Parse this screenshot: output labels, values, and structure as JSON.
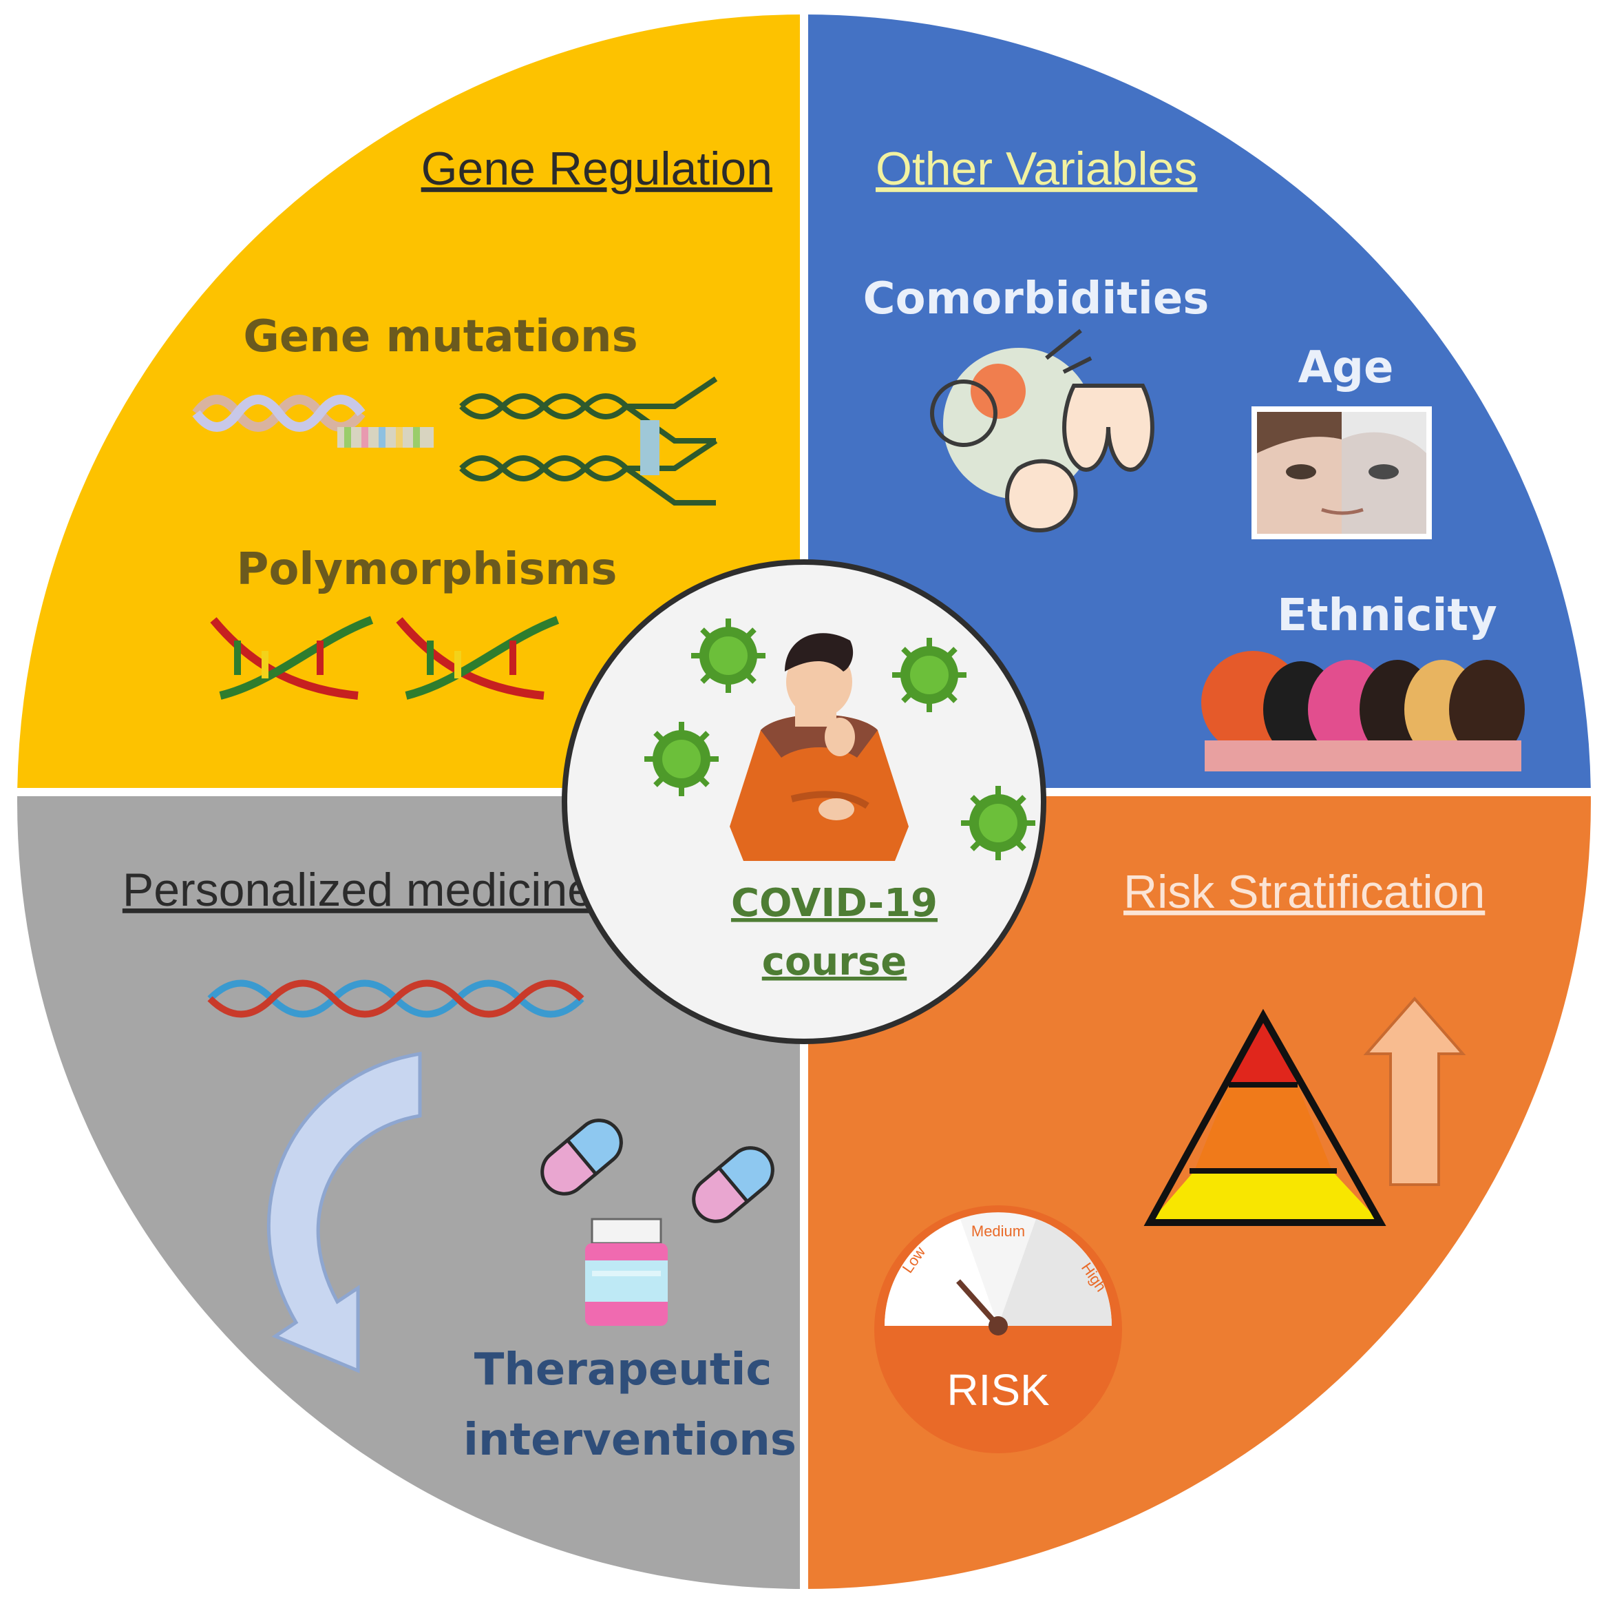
{
  "center": {
    "label_line1": "COVID-19",
    "label_line2": "course"
  },
  "quadrants": {
    "gene_regulation": {
      "title": "Gene Regulation",
      "items": [
        "Gene mutations",
        "Polymorphisms"
      ],
      "color": "#FDC200"
    },
    "other_variables": {
      "title": "Other Variables",
      "items": [
        "Comorbidities",
        "Age",
        "Ethnicity"
      ],
      "color": "#4472C4"
    },
    "personalized_medicine": {
      "title": "Personalized medicine",
      "items": [
        "Therapeutic",
        "interventions"
      ],
      "color": "#A6A6A6"
    },
    "risk_stratification": {
      "title": "Risk Stratification",
      "color": "#ED7D31",
      "gauge": {
        "low": "Low",
        "medium": "Medium",
        "high": "High",
        "label": "RISK"
      }
    }
  },
  "colors": {
    "heading_dark": "#2B2B2B",
    "heading_light": "#F2F2A0",
    "heading_risk": "#FBE4D5",
    "gene_text": "#6B5A1E",
    "variables_text": "#EAF0FA",
    "therapy_text": "#2F4E7A",
    "center_text": "#4E7D34",
    "virus": "#4E9A2A",
    "pyramid": [
      "#E0261C",
      "#F07A1A",
      "#F8E600"
    ]
  }
}
